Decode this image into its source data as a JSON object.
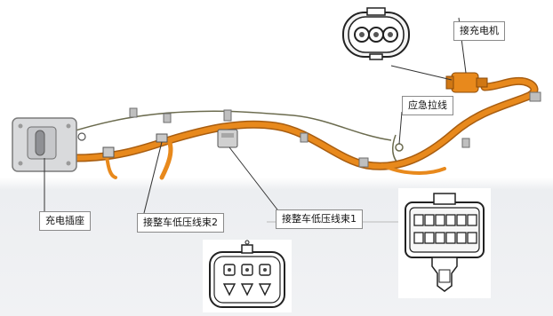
{
  "labels": {
    "charging_socket": "充电插座",
    "vehicle_lv_harness_2": "接整车低压线束2",
    "vehicle_lv_harness_1": "接整车低压线束1",
    "emergency_pull_cord": "应急拉线",
    "charger_connection": "接充电机"
  },
  "colors": {
    "harness_orange": "#e8891c",
    "harness_shadow": "#a85d10",
    "bracket_gray": "#8c8c8c",
    "lower_background": "#eceef1"
  },
  "icons": [
    "round-3-pin-connector-icon",
    "6-pin-connector-icon",
    "12-pin-connector-icon"
  ]
}
